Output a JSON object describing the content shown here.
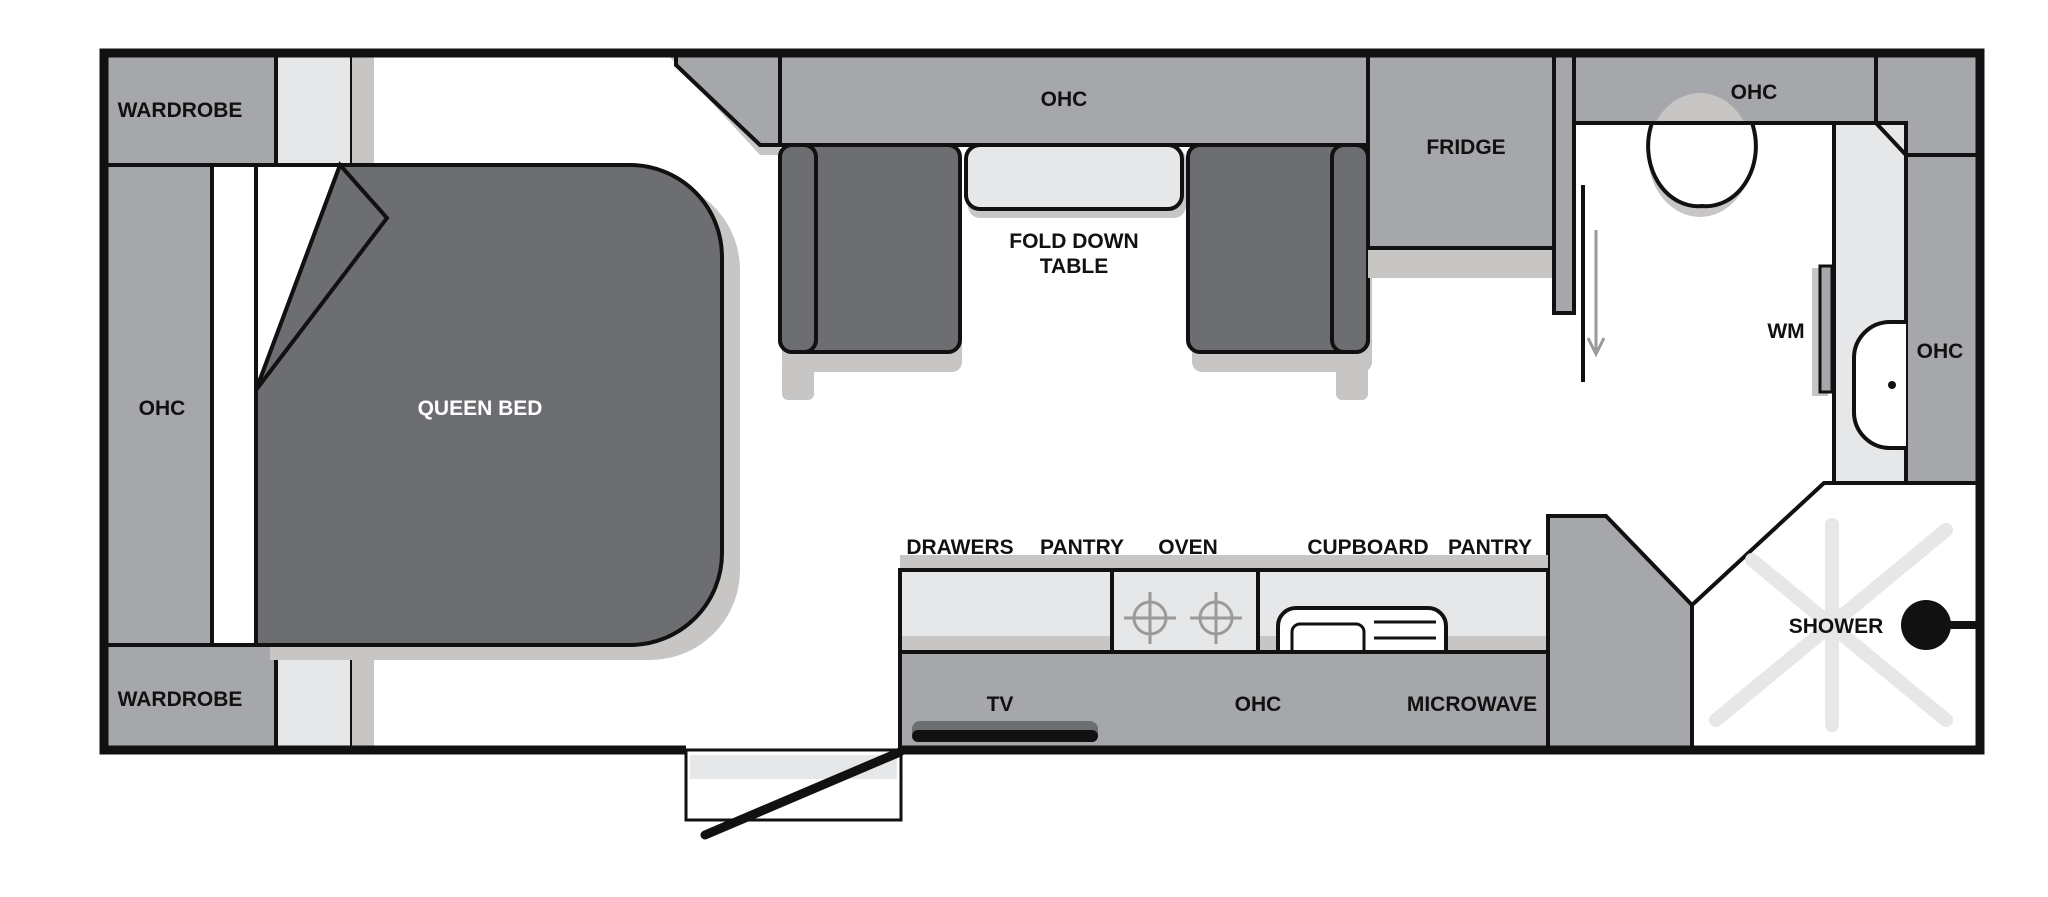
{
  "floorplan": {
    "labels": {
      "wardrobe_top": "WARDROBE",
      "wardrobe_bottom": "WARDROBE",
      "ohc_left": "OHC",
      "queen_bed": "QUEEN BED",
      "ohc_top": "OHC",
      "fold_down_table_line1": "FOLD DOWN",
      "fold_down_table_line2": "TABLE",
      "fridge": "FRIDGE",
      "ohc_bathroom_top": "OHC",
      "wm": "WM",
      "ohc_right": "OHC",
      "shower": "SHOWER",
      "drawers": "DRAWERS",
      "pantry_left": "PANTRY",
      "oven": "OVEN",
      "cupboard": "CUPBOARD",
      "pantry_right": "PANTRY",
      "tv": "TV",
      "ohc_bottom": "OHC",
      "microwave": "MICROWAVE"
    },
    "colors": {
      "outline": "#111111",
      "cabinet_gray": "#a6a7aa",
      "dark_gray": "#6d6e71",
      "light_gray": "#e6e7e8",
      "shadow": "#c8c5c5",
      "white": "#ffffff"
    }
  }
}
